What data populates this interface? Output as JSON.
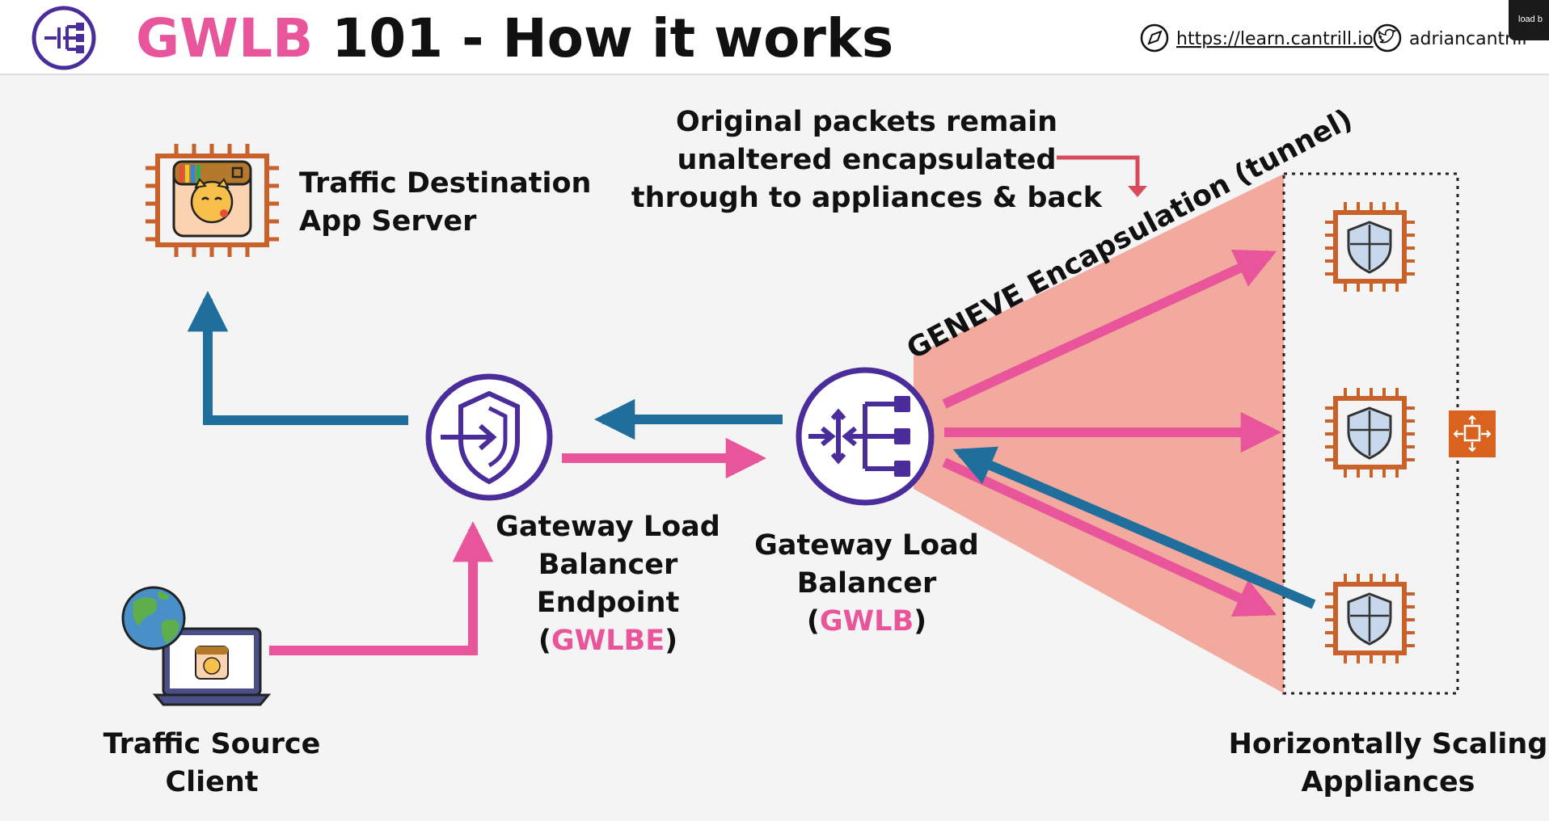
{
  "header": {
    "title_accent": "GWLB",
    "title_rest": " 101 - How it works",
    "link_url": "https://learn.cantrill.io",
    "twitter_handle": "adriancantrill",
    "tooltip": "load b"
  },
  "colors": {
    "pink": "#e8559b",
    "blue": "#1f6e9c",
    "purple": "#4a2c9a",
    "orange": "#c8612a",
    "tunnel": "#f2a99e"
  },
  "nodes": {
    "app_server": {
      "line1": "Traffic Destination",
      "line2": "App Server"
    },
    "client": {
      "line1": "Traffic Source",
      "line2": "Client"
    },
    "gwlbe": {
      "line1": "Gateway Load",
      "line2": "Balancer",
      "line3": "Endpoint",
      "abbr": "GWLBE"
    },
    "gwlb": {
      "line1": "Gateway Load",
      "line2": "Balancer",
      "abbr": "GWLB"
    },
    "appliances": {
      "line1": "Horizontally Scaling",
      "line2": "Appliances"
    }
  },
  "annotations": {
    "note_line1": "Original packets remain",
    "note_line2": "unaltered encapsulated",
    "note_line3": "through to appliances & back",
    "tunnel_label": "GENEVE Encapsulation (tunnel)"
  }
}
